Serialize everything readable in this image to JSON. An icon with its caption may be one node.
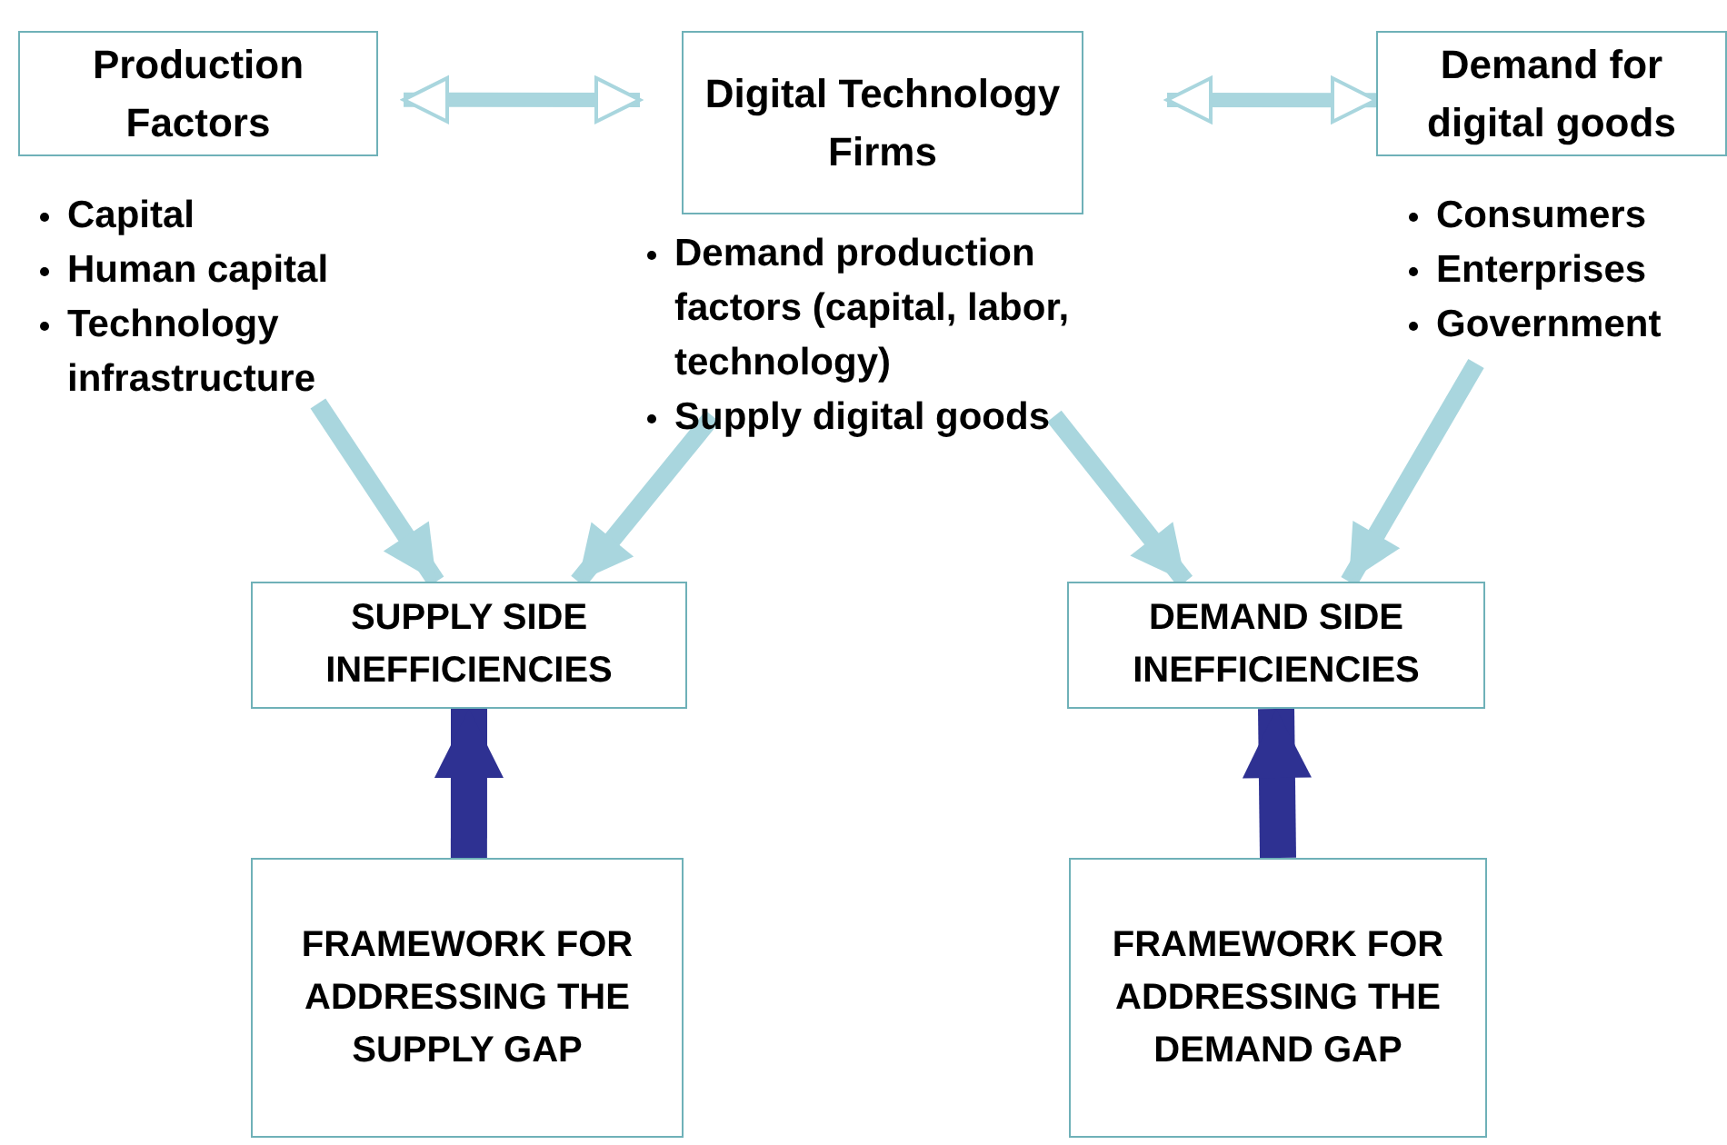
{
  "diagram": {
    "nodes": [
      {
        "text": [
          "Production Factors",
          "Capital",
          "Human capital",
          "Technology infrastructure"
        ]
      },
      {
        "text": [
          "Digital Technology Firms",
          "Demand production factors (capital, labor, technology)",
          "Supply digital goods"
        ]
      },
      {
        "text": [
          "Demand for digital goods",
          "Consumers",
          "Enterprises",
          "Government"
        ]
      },
      {
        "text": [
          "SUPPLY SIDE INEFFICIENCIES"
        ]
      },
      {
        "text": [
          "DEMAND SIDE INEFFICIENCIES"
        ]
      },
      {
        "text": [
          "FRAMEWORK FOR ADDRESSING THE SUPPLY GAP"
        ]
      },
      {
        "text": [
          "FRAMEWORK FOR ADDRESSING THE DEMAND GAP"
        ]
      }
    ],
    "edges": [
      {
        "from": 0,
        "to": 1,
        "arrow": "both"
      },
      {
        "from": 1,
        "to": 2,
        "arrow": "both"
      },
      {
        "from": 0,
        "to": 3,
        "arrow": "to"
      },
      {
        "from": 1,
        "to": 3,
        "arrow": "to"
      },
      {
        "from": 1,
        "to": 4,
        "arrow": "to"
      },
      {
        "from": 2,
        "to": 4,
        "arrow": "to"
      },
      {
        "from": 5,
        "to": 3,
        "arrow": "to",
        "style": "thick",
        "color": "#2e3192"
      },
      {
        "from": 6,
        "to": 4,
        "arrow": "to",
        "style": "thick",
        "color": "#2e3192"
      }
    ]
  }
}
